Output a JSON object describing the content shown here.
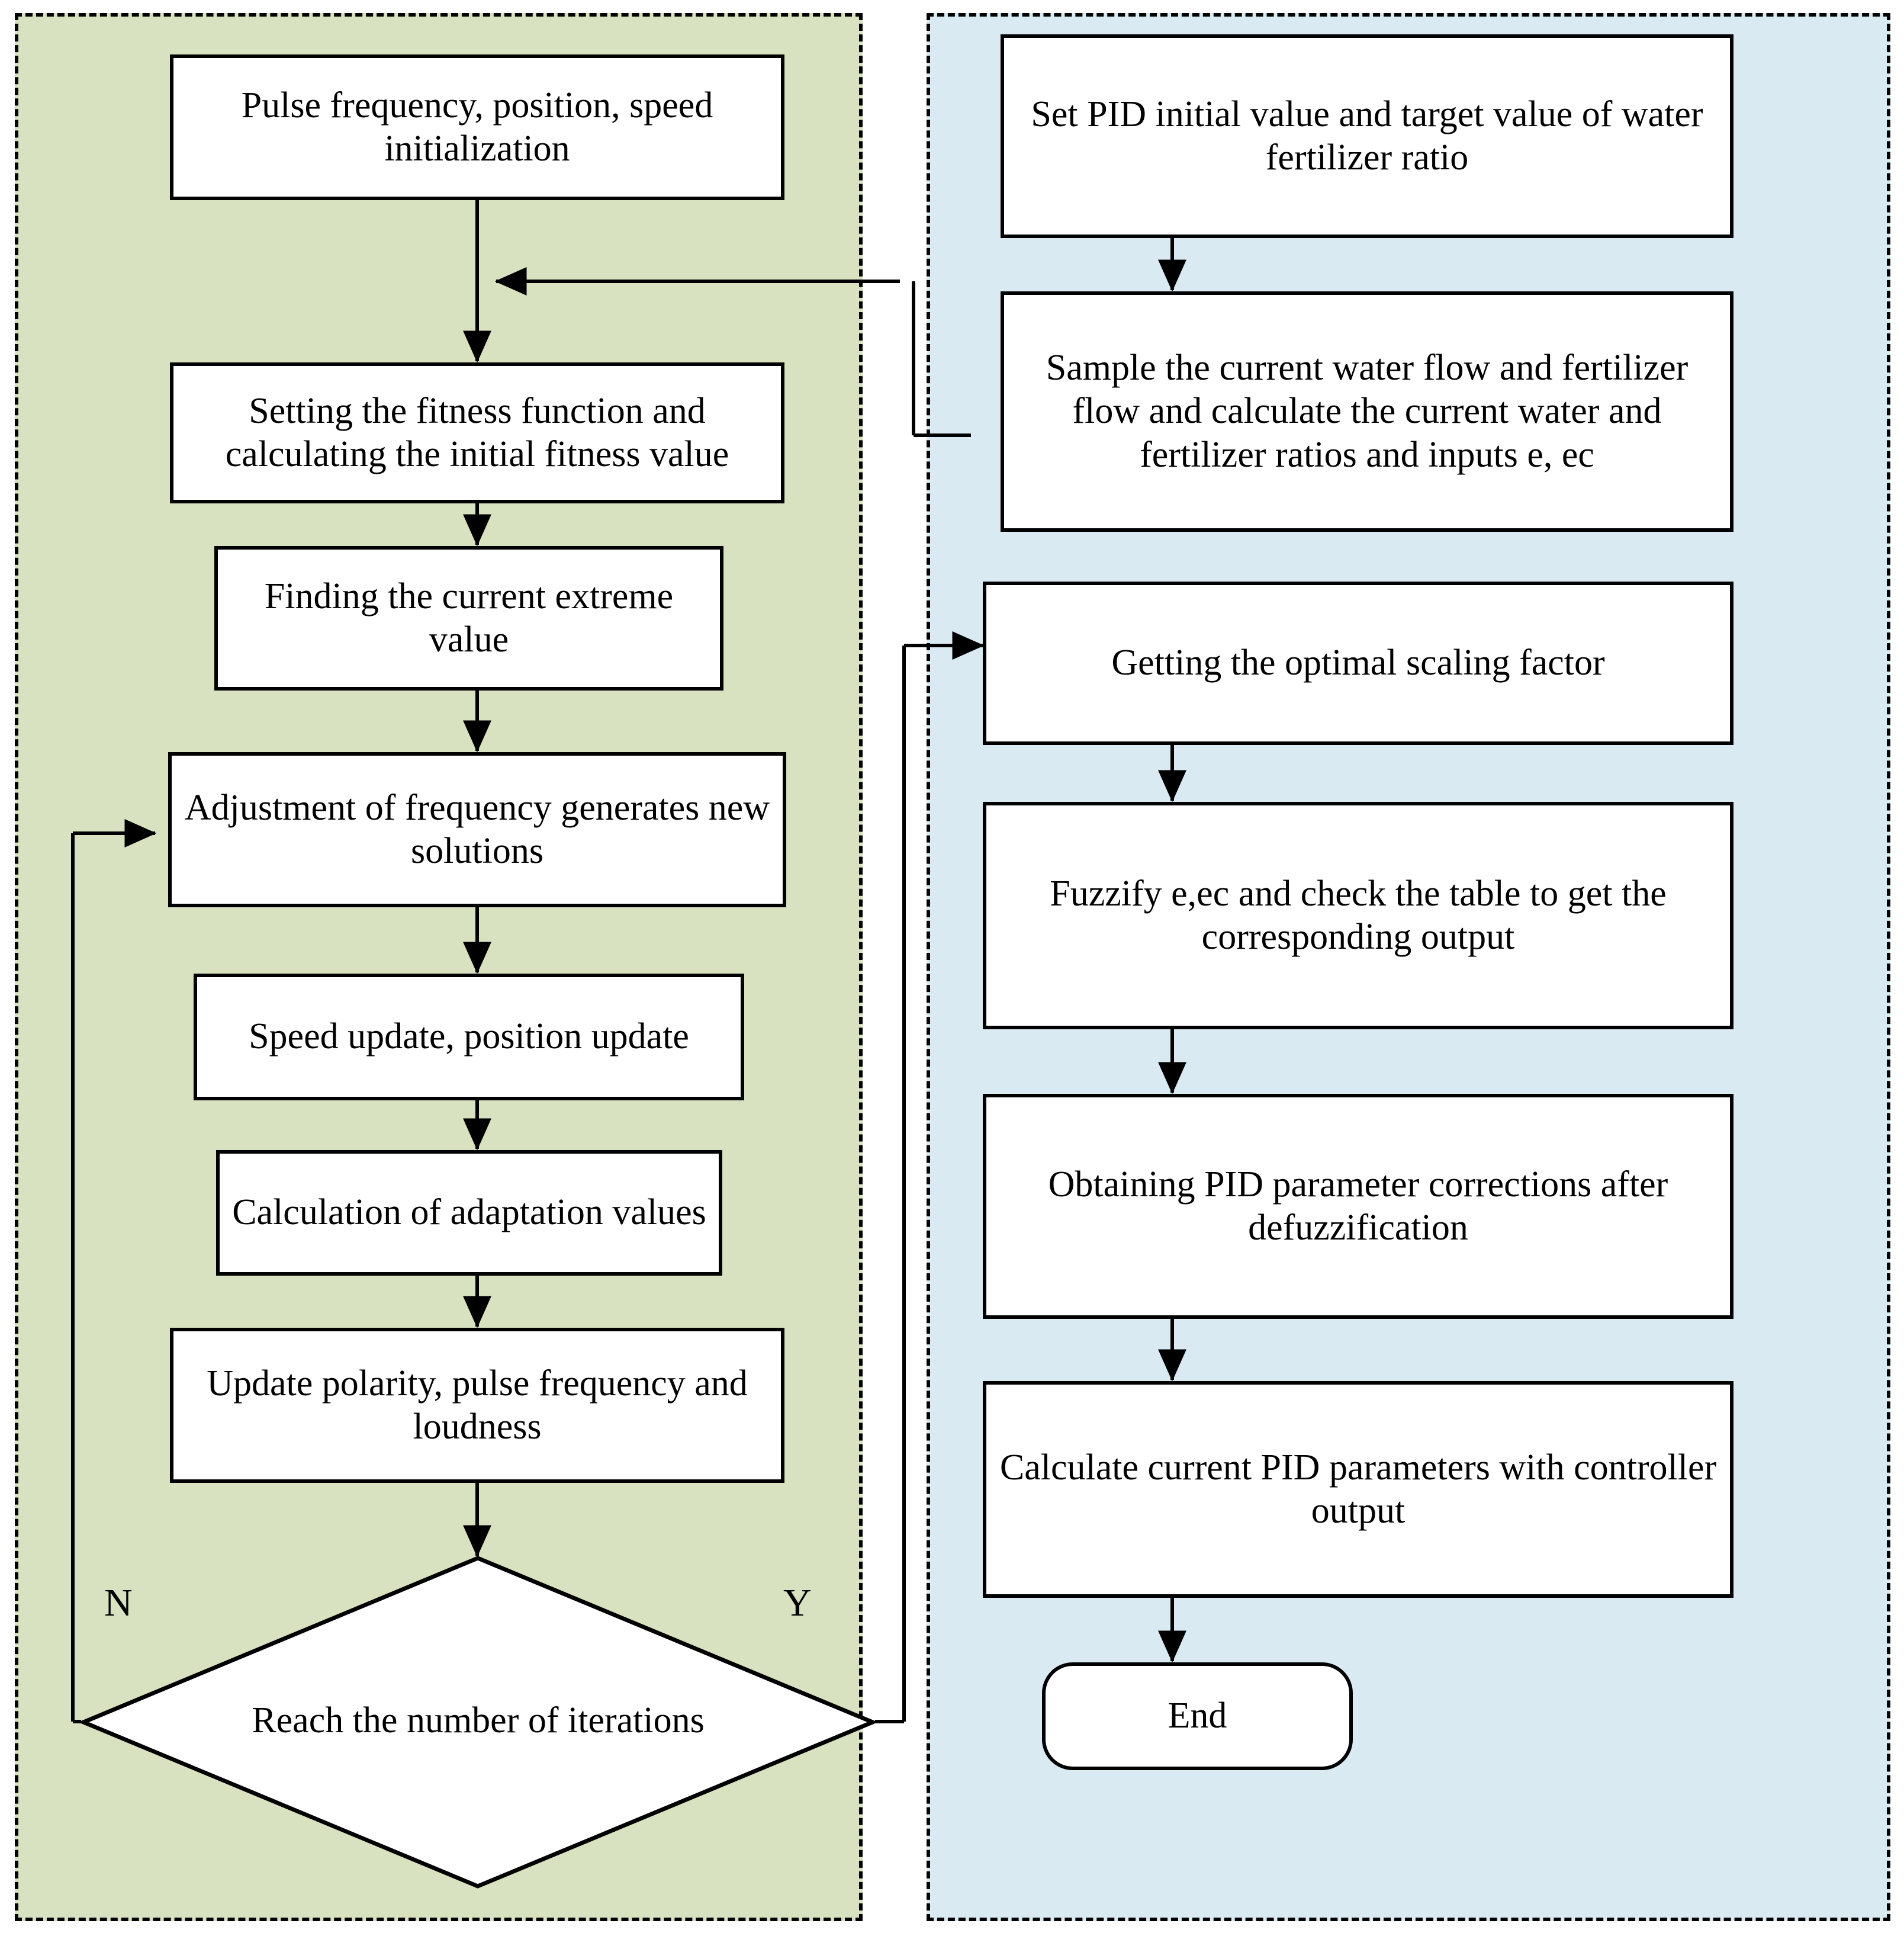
{
  "diagram": {
    "type": "flowchart",
    "panels": [
      {
        "id": "left",
        "name": "bat-algorithm-panel",
        "fill": "#d8e2c0",
        "border": "dashed-black"
      },
      {
        "id": "right",
        "name": "fuzzy-pid-panel",
        "fill": "#d9eaf2",
        "border": "dashed-black"
      }
    ],
    "left_nodes": [
      {
        "id": "l1",
        "shape": "process",
        "text": "Pulse frequency, position, speed initialization"
      },
      {
        "id": "l2",
        "shape": "process",
        "text": "Setting the fitness function and calculating the initial fitness value"
      },
      {
        "id": "l3",
        "shape": "process",
        "text": "Finding the current extreme value"
      },
      {
        "id": "l4",
        "shape": "process",
        "text": "Adjustment of frequency generates new solutions"
      },
      {
        "id": "l5",
        "shape": "process",
        "text": "Speed update, position update"
      },
      {
        "id": "l6",
        "shape": "process",
        "text": "Calculation of adaptation values"
      },
      {
        "id": "l7",
        "shape": "process",
        "text": "Update polarity, pulse frequency and loudness"
      },
      {
        "id": "l8",
        "shape": "decision",
        "text": "Reach the number of iterations"
      }
    ],
    "right_nodes": [
      {
        "id": "r1",
        "shape": "process",
        "text": "Set PID initial value and target value of water fertilizer ratio"
      },
      {
        "id": "r2",
        "shape": "process",
        "text": "Sample the current water flow and fertilizer flow and calculate the current water and fertilizer ratios and inputs e, ec"
      },
      {
        "id": "r3",
        "shape": "process",
        "text": "Getting the optimal scaling factor"
      },
      {
        "id": "r4",
        "shape": "process",
        "text": "Fuzzify e,ec and check the table to get the corresponding output"
      },
      {
        "id": "r5",
        "shape": "process",
        "text": "Obtaining PID parameter corrections after defuzzification"
      },
      {
        "id": "r6",
        "shape": "process",
        "text": "Calculate current PID parameters with controller output"
      },
      {
        "id": "r7",
        "shape": "terminator",
        "text": "End"
      }
    ],
    "branch_labels": {
      "no": "N",
      "yes": "Y"
    },
    "edges": [
      {
        "from": "l1",
        "to": "l2",
        "kind": "straight-down"
      },
      {
        "from": "l2",
        "to": "l3",
        "kind": "straight-down"
      },
      {
        "from": "l3",
        "to": "l4",
        "kind": "straight-down"
      },
      {
        "from": "l4",
        "to": "l5",
        "kind": "straight-down"
      },
      {
        "from": "l5",
        "to": "l6",
        "kind": "straight-down"
      },
      {
        "from": "l6",
        "to": "l7",
        "kind": "straight-down"
      },
      {
        "from": "l7",
        "to": "l8",
        "kind": "straight-down"
      },
      {
        "from": "l8",
        "to": "l4",
        "kind": "loop-left",
        "label": "N"
      },
      {
        "from": "l8",
        "to": "r3",
        "kind": "loop-right",
        "label": "Y"
      },
      {
        "from": "r1",
        "to": "r2",
        "kind": "straight-down"
      },
      {
        "from": "r2",
        "to": "l2",
        "kind": "cross-left"
      },
      {
        "from": "r3",
        "to": "r4",
        "kind": "straight-down"
      },
      {
        "from": "r4",
        "to": "r5",
        "kind": "straight-down"
      },
      {
        "from": "r5",
        "to": "r6",
        "kind": "straight-down"
      },
      {
        "from": "r6",
        "to": "r7",
        "kind": "straight-down"
      }
    ]
  }
}
